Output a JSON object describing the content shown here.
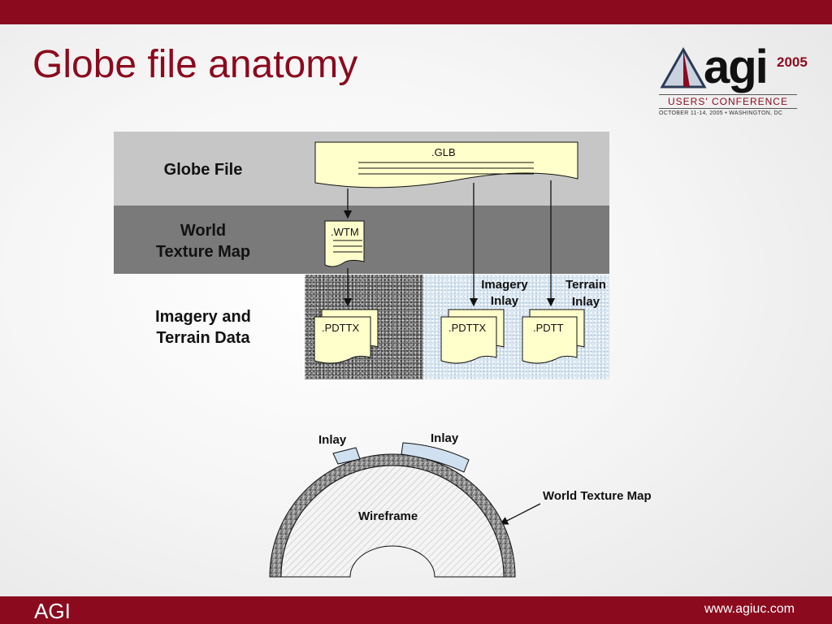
{
  "slide": {
    "title": "Globe file anatomy",
    "footer_left": "AGI",
    "footer_right": "www.agiuc.com"
  },
  "logo": {
    "word": "agi",
    "year": "2005",
    "conference": "USERS' CONFERENCE",
    "date_line": "OCTOBER 11-14, 2005 • WASHINGTON, DC"
  },
  "rows": {
    "globe_file": "Globe File",
    "world_texture_map_line1": "World",
    "world_texture_map_line2": "Texture Map",
    "imagery_line1": "Imagery and",
    "imagery_line2": "Terrain Data"
  },
  "files": {
    "glb": ".GLB",
    "wtm": ".WTM",
    "pdttx_1": ".PDTTX",
    "pdttx_2": ".PDTTX",
    "pdtt": ".PDTT"
  },
  "inlay_labels": {
    "imagery_line1": "Imagery",
    "imagery_line2": "Inlay",
    "terrain_line1": "Terrain",
    "terrain_line2": "Inlay"
  },
  "globe": {
    "inlay_left": "Inlay",
    "inlay_right": "Inlay",
    "wireframe": "Wireframe",
    "world_texture_map": "World Texture Map"
  },
  "colors": {
    "brand": "#8b0a1e",
    "document_fill": "#ffffcc",
    "band_light": "#c6c6c6",
    "band_dark": "#7a7a7a",
    "inlay_fill": "#cfe0f0"
  }
}
